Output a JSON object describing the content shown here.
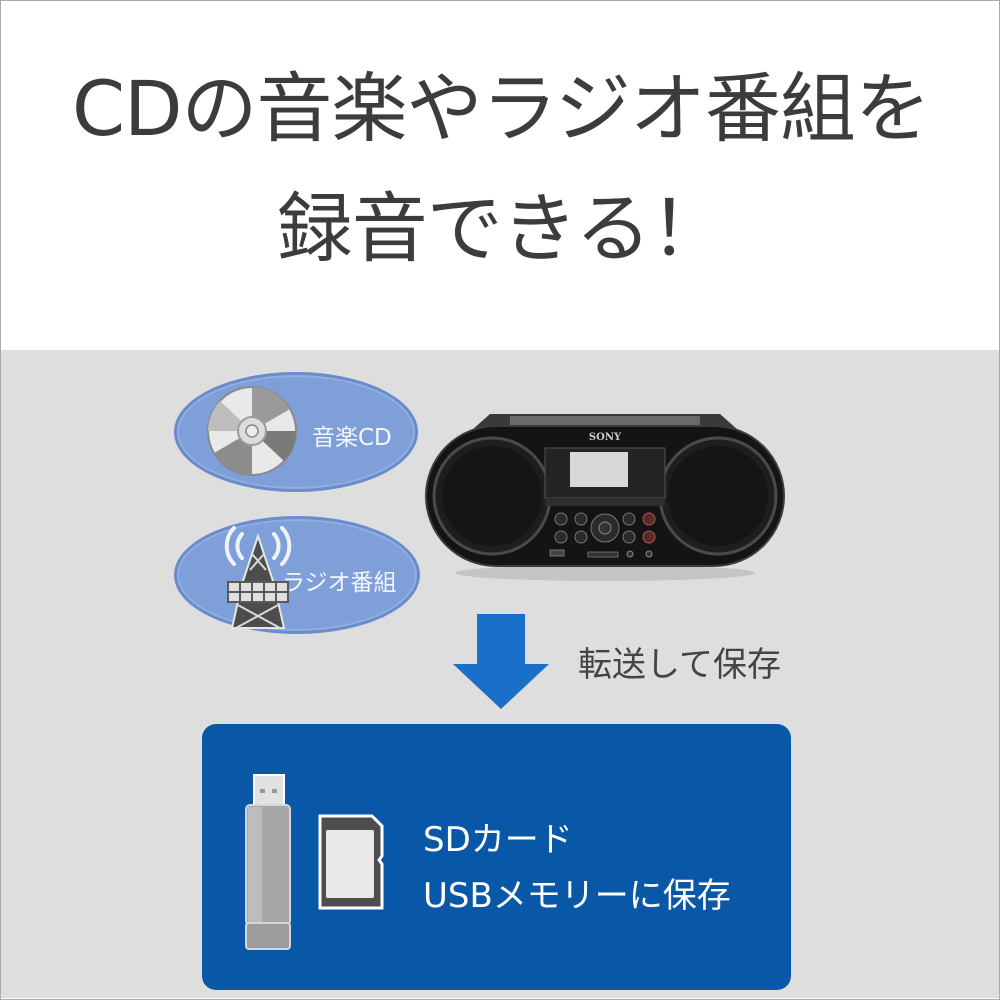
{
  "headline": {
    "line1": "CDの音楽やラジオ番組を",
    "line2": "録音できる！"
  },
  "sources": [
    {
      "label": "音楽CD",
      "icon": "cd-disc-icon"
    },
    {
      "label": "ラジオ番組",
      "icon": "radio-tower-icon"
    }
  ],
  "device": {
    "brand": "SONY",
    "type": "CD radio boombox"
  },
  "transfer": {
    "label": "転送して保存",
    "icon": "down-arrow-icon"
  },
  "storage_panel": {
    "line1": "SDカード",
    "line2": "USBメモリーに保存",
    "icons": [
      "usb-drive-icon",
      "sd-card-icon"
    ]
  },
  "colors": {
    "headline_text": "#3c3c3c",
    "top_bg": "#ffffff",
    "bottom_bg": "#dedede",
    "ellipse_fill": "#7f9fd8",
    "arrow": "#1a6fc9",
    "panel_bg": "#0957a7",
    "panel_text": "#ffffff"
  }
}
